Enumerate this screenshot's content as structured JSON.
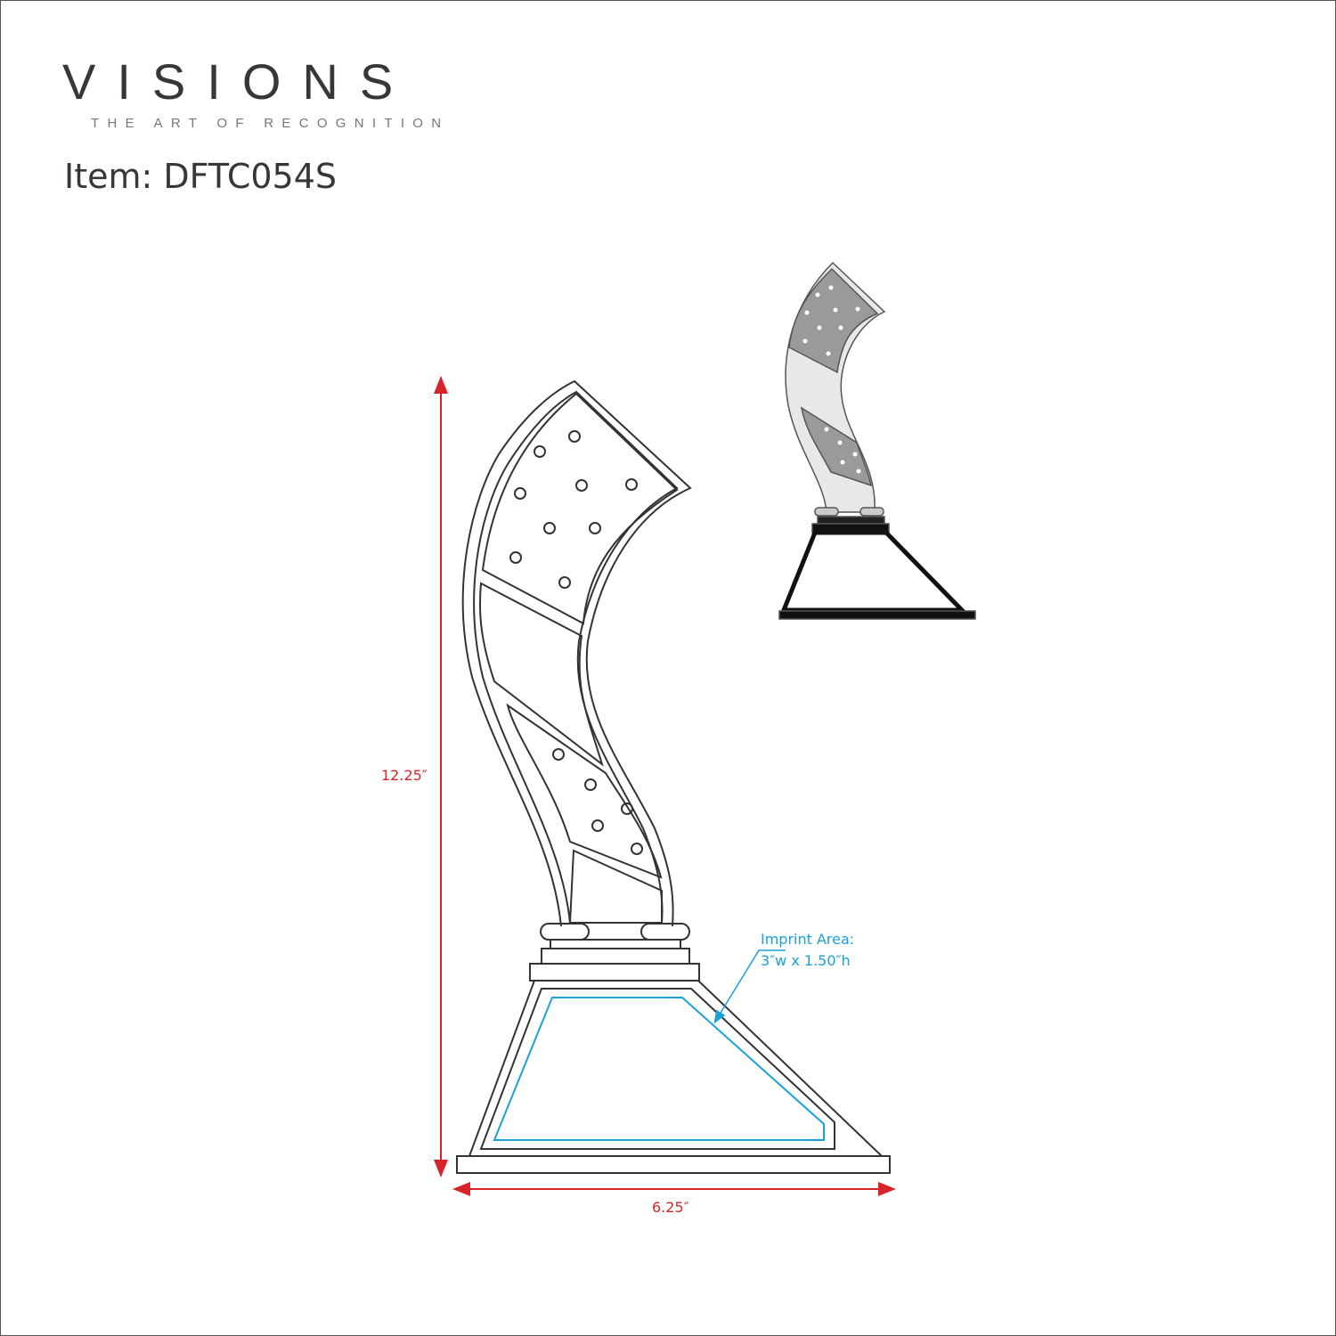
{
  "brand": {
    "name": "VISIONS",
    "tagline": "THE ART OF RECOGNITION"
  },
  "item": {
    "label": "Item: DFTC054S"
  },
  "dimensions": {
    "height": "12.25″",
    "width": "6.25″"
  },
  "imprint": {
    "title": "Imprint Area:",
    "size": "3″w x 1.50″h"
  },
  "colors": {
    "dimension": "#d9232a",
    "imprint": "#1ba1d8",
    "outline": "#333333",
    "panel_fill": "#9a9a9a"
  }
}
